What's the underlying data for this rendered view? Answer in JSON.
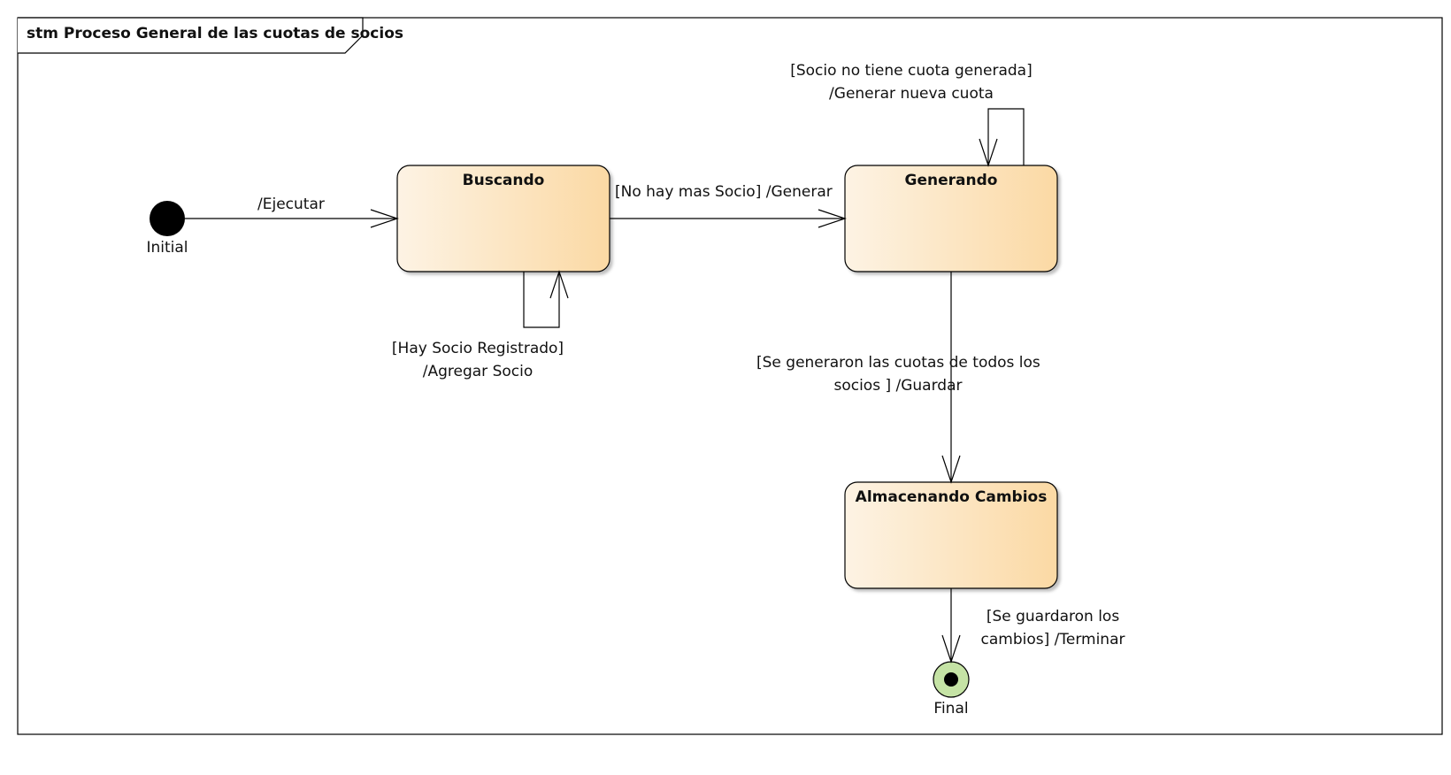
{
  "frame": {
    "title": "stm Proceso General de las cuotas de socios"
  },
  "pseudostates": {
    "initial": {
      "label": "Initial"
    },
    "final": {
      "label": "Final"
    }
  },
  "states": {
    "buscando": {
      "name": "Buscando"
    },
    "generando": {
      "name": "Generando"
    },
    "almacenando": {
      "name": "Almacenando Cambios"
    }
  },
  "transitions": {
    "ejecutar": {
      "label": "/Ejecutar"
    },
    "hay_socio": {
      "line1": "[Hay Socio Registrado]",
      "line2": "/Agregar Socio"
    },
    "no_hay_mas": {
      "label": "[No hay mas Socio] /Generar"
    },
    "socio_no_cuota": {
      "line1": "[Socio no tiene cuota generada]",
      "line2": "/Generar nueva cuota"
    },
    "se_generaron": {
      "line1": "[Se generaron las cuotas de todos los",
      "line2": "socios ] /Guardar"
    },
    "se_guardaron": {
      "line1": "[Se guardaron los",
      "line2": "cambios] /Terminar"
    }
  },
  "colors": {
    "state_fill_left": "#fdf3e4",
    "state_fill_right": "#fbd9a4",
    "final_fill": "#c5e3a5",
    "stroke": "#000000"
  }
}
